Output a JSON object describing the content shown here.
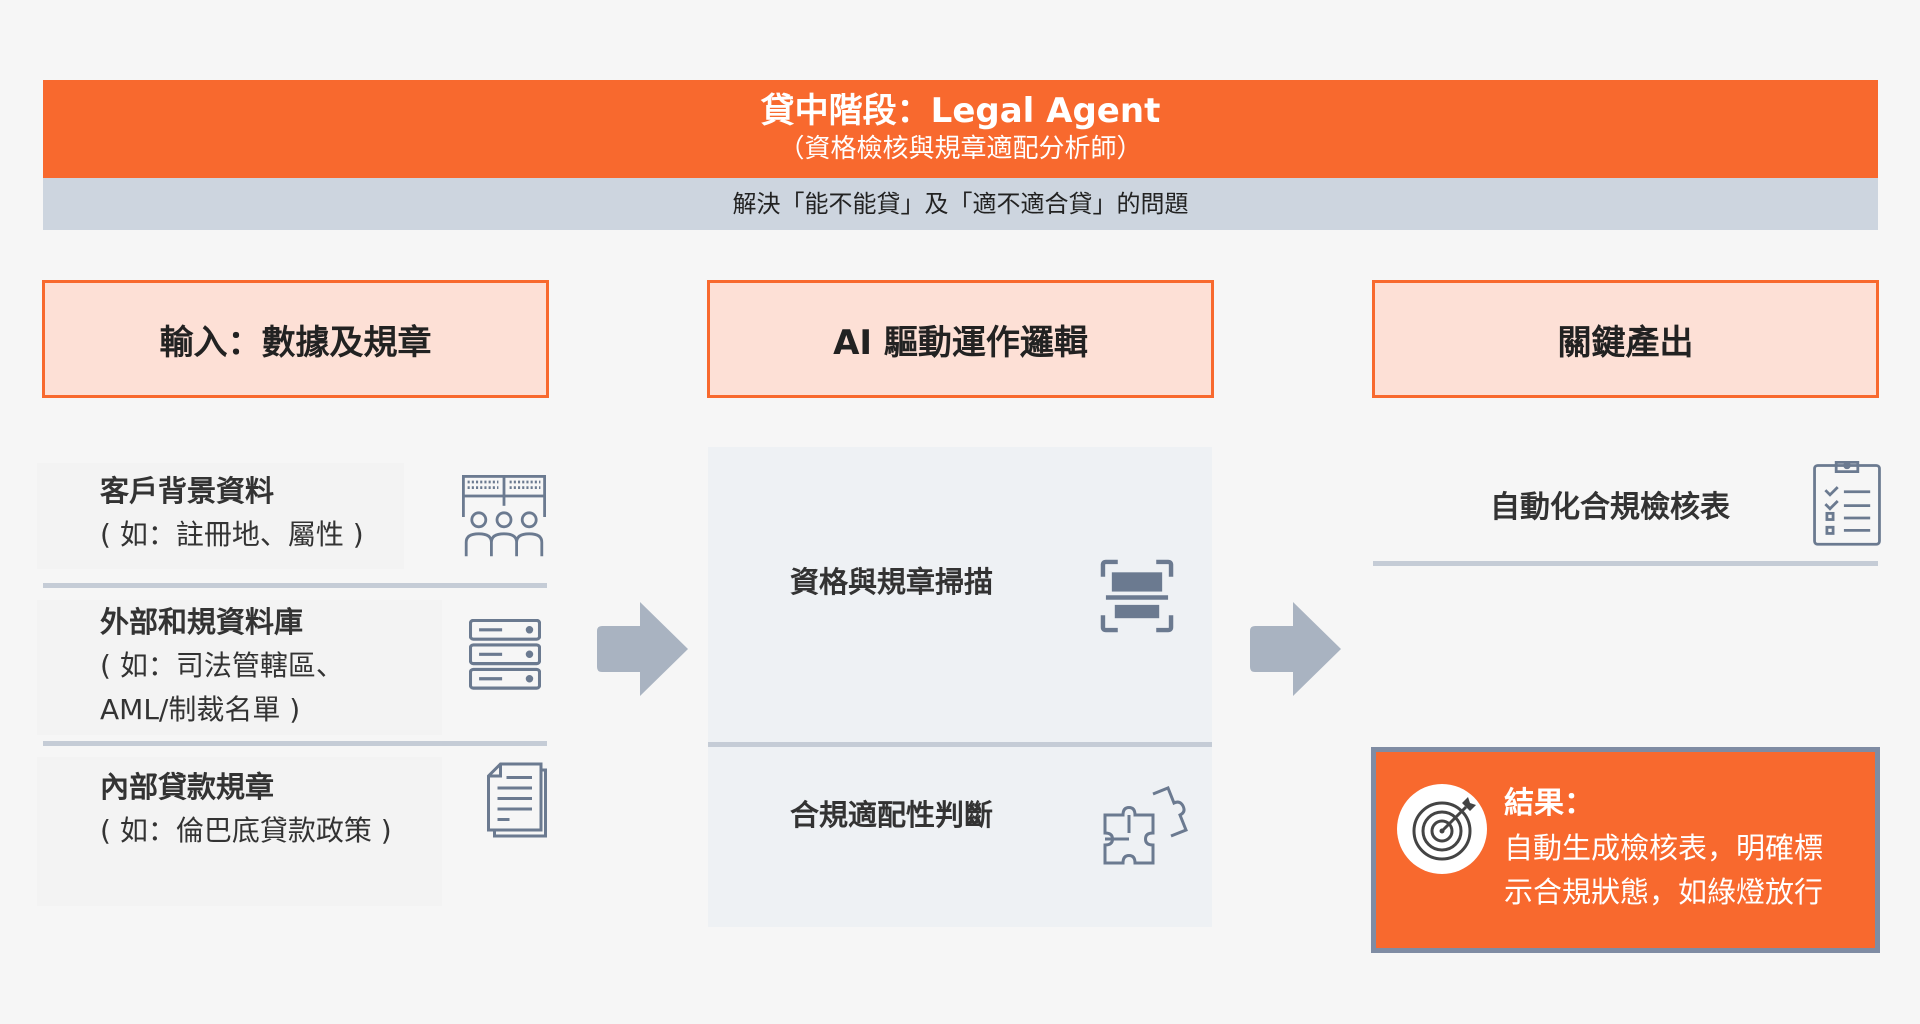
{
  "banner": {
    "title": "貸中階段：Legal Agent",
    "subtitle": "（資格檢核與規章適配分析師）"
  },
  "tagline": "解決「能不能貸」及「適不適合貸」的問題",
  "columns": [
    {
      "label": "輸入：數據及規章"
    },
    {
      "label": "AI 驅動運作邏輯"
    },
    {
      "label": "關鍵產出"
    }
  ],
  "inputs": [
    {
      "title": "客戶背景資料",
      "desc": [
        "( 如：註冊地、屬性 )"
      ],
      "icon": "team-network-icon"
    },
    {
      "title": "外部和規資料庫",
      "desc": [
        "( 如：司法管轄區、",
        "AML/制裁名單 )"
      ],
      "icon": "server-database-icon"
    },
    {
      "title": "內部貸款規章",
      "desc": [
        "( 如：倫巴底貸款政策 )"
      ],
      "icon": "document-icon"
    }
  ],
  "logic": [
    {
      "label": "資格與規章掃描",
      "icon": "scan-icon"
    },
    {
      "label": "合規適配性判斷",
      "icon": "puzzle-icon"
    }
  ],
  "output": {
    "label": "自動化合規檢核表",
    "icon": "clipboard-checklist-icon"
  },
  "result": {
    "title": "結果：",
    "lines": [
      "自動生成檢核表，明確標",
      "示合規狀態，如綠燈放行"
    ],
    "icon": "target-icon"
  },
  "colors": {
    "accent": "#f8692e",
    "light": "#fde0d6",
    "gray": "#cdd5df",
    "icon": "#6b7a90"
  }
}
